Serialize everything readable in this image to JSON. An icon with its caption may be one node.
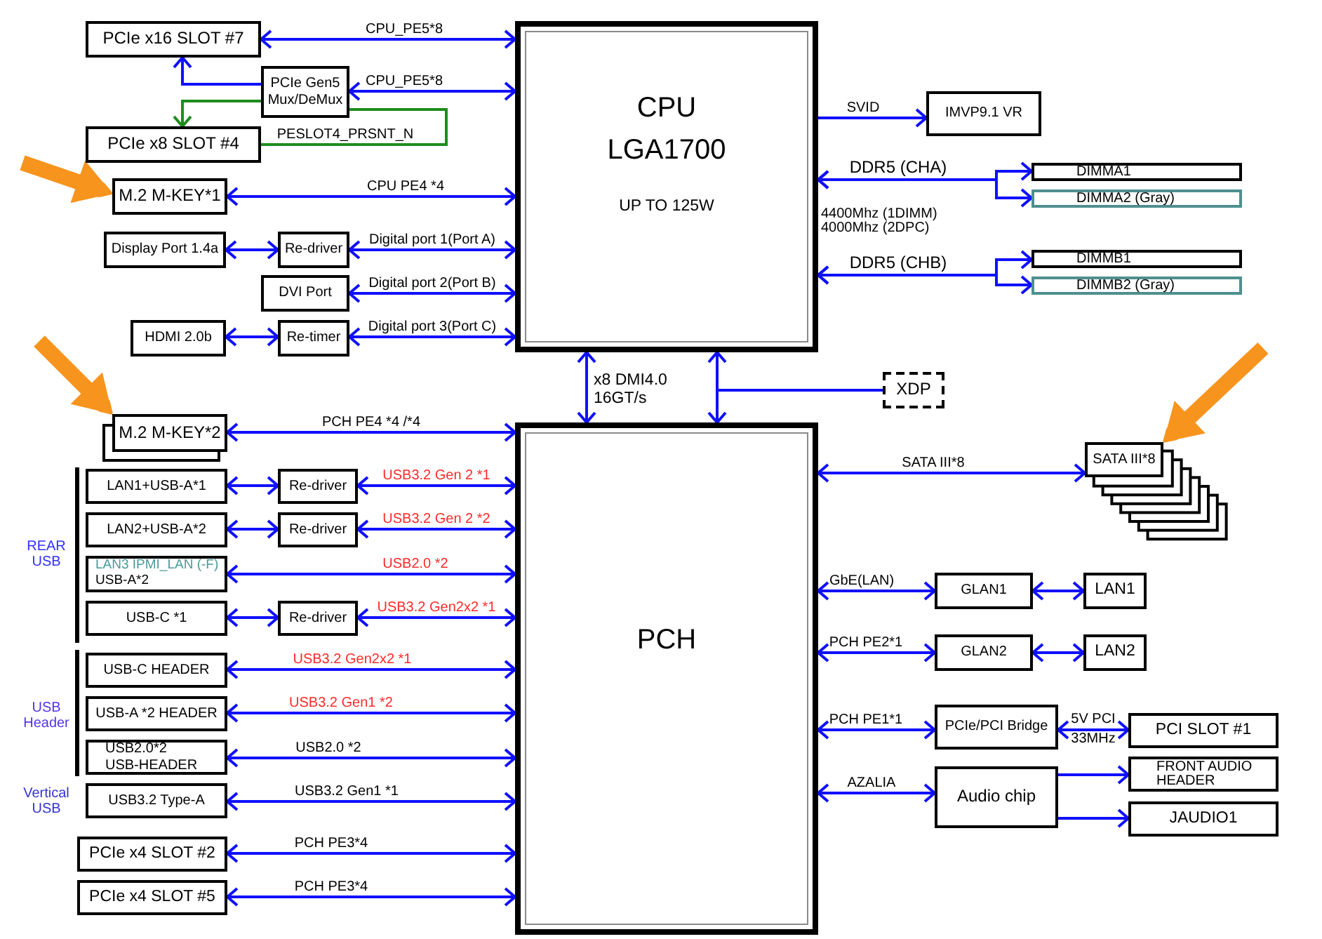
{
  "diagram": {
    "nodes": [
      {
        "text": [
          "PCIe x16 SLOT #7"
        ]
      },
      {
        "text": [
          "PCIe Gen5 Mux/DeMux"
        ]
      },
      {
        "text": [
          "PCIe x8 SLOT #4"
        ]
      },
      {
        "text": [
          "M.2 M-KEY*1"
        ]
      },
      {
        "text": [
          "Display Port 1.4a"
        ]
      },
      {
        "text": [
          "Re-driver"
        ]
      },
      {
        "text": [
          "DVI Port"
        ]
      },
      {
        "text": [
          "HDMI 2.0b"
        ]
      },
      {
        "text": [
          "Re-timer"
        ]
      },
      {
        "text": [
          "CPU",
          "LGA1700",
          "UP TO 125W"
        ]
      },
      {
        "text": [
          "IMVP9.1 VR"
        ]
      },
      {
        "text": [
          "DIMMA1"
        ]
      },
      {
        "text": [
          "DIMMA2 (Gray)"
        ]
      },
      {
        "text": [
          "DIMMB1"
        ]
      },
      {
        "text": [
          "DIMMB2 (Gray)"
        ]
      },
      {
        "text": [
          "XDP"
        ]
      },
      {
        "text": [
          "M.2 M-KEY*2"
        ]
      },
      {
        "text": [
          "PCH"
        ]
      },
      {
        "text": [
          "LAN1+USB-A*1"
        ]
      },
      {
        "text": [
          "Re-driver"
        ]
      },
      {
        "text": [
          "LAN2+USB-A*2"
        ]
      },
      {
        "text": [
          "Re-driver"
        ]
      },
      {
        "text": [
          "LAN3 IPMI_LAN (-F)",
          "USB-A*2"
        ]
      },
      {
        "text": [
          "USB-C *1"
        ]
      },
      {
        "text": [
          "Re-driver"
        ]
      },
      {
        "text": [
          "USB-C HEADER"
        ]
      },
      {
        "text": [
          "USB-A *2 HEADER"
        ]
      },
      {
        "text": [
          "USB2.0*2 USB-HEADER"
        ]
      },
      {
        "text": [
          "USB3.2 Type-A"
        ]
      },
      {
        "text": [
          "PCIe x4 SLOT #2"
        ]
      },
      {
        "text": [
          "PCIe x4 SLOT #5"
        ]
      },
      {
        "text": [
          "SATA III*8"
        ]
      },
      {
        "text": [
          "GLAN1"
        ]
      },
      {
        "text": [
          "LAN1"
        ]
      },
      {
        "text": [
          "GLAN2"
        ]
      },
      {
        "text": [
          "LAN2"
        ]
      },
      {
        "text": [
          "PCIe/PCI Bridge"
        ]
      },
      {
        "text": [
          "PCI SLOT #1"
        ]
      },
      {
        "text": [
          "Audio chip"
        ]
      },
      {
        "text": [
          "FRONT AUDIO HEADER"
        ]
      },
      {
        "text": [
          "JAUDIO1"
        ]
      }
    ],
    "edges": [
      {
        "from": 0,
        "to": 9,
        "arrow": "both",
        "label": "CPU_PE5*8"
      },
      {
        "from": 1,
        "to": 9,
        "arrow": "both",
        "label": "CPU_PE5*8"
      },
      {
        "from": 1,
        "to": 0,
        "arrow": "to"
      },
      {
        "from": 1,
        "to": 2,
        "arrow": "to",
        "color": "#1e8c1e"
      },
      {
        "from": 2,
        "to": 1,
        "arrow": "none",
        "label": "PESLOT4_PRSNT_N",
        "color": "#1e8c1e"
      },
      {
        "from": 3,
        "to": 9,
        "arrow": "both",
        "label": "CPU PE4 *4"
      },
      {
        "from": 4,
        "to": 5,
        "arrow": "both"
      },
      {
        "from": 5,
        "to": 9,
        "arrow": "both",
        "label": "Digital port 1(Port A)"
      },
      {
        "from": 6,
        "to": 9,
        "arrow": "both",
        "label": "Digital port 2(Port B)"
      },
      {
        "from": 7,
        "to": 8,
        "arrow": "both"
      },
      {
        "from": 8,
        "to": 9,
        "arrow": "both",
        "label": "Digital port 3(Port C)"
      },
      {
        "from": 9,
        "to": 10,
        "arrow": "to",
        "label": "SVID"
      },
      {
        "from": 9,
        "to": 11,
        "arrow": "both",
        "label": "DDR5 (CHA)"
      },
      {
        "from": 9,
        "to": 12,
        "arrow": "both"
      },
      {
        "from": 9,
        "to": 13,
        "arrow": "both",
        "label": "DDR5 (CHB)"
      },
      {
        "from": 9,
        "to": 14,
        "arrow": "both"
      },
      {
        "from": 9,
        "to": 17,
        "arrow": "both",
        "label": "x8 DMI4.0 16GT/s"
      },
      {
        "from": 15,
        "to": 9,
        "arrow": "to"
      },
      {
        "from": 15,
        "to": 17,
        "arrow": "to"
      },
      {
        "from": 16,
        "to": 17,
        "arrow": "both",
        "label": "PCH PE4 *4 /*4"
      },
      {
        "from": 18,
        "to": 19,
        "arrow": "both"
      },
      {
        "from": 19,
        "to": 17,
        "arrow": "both",
        "label": "USB3.2 Gen 2 *1"
      },
      {
        "from": 20,
        "to": 21,
        "arrow": "both"
      },
      {
        "from": 21,
        "to": 17,
        "arrow": "both",
        "label": "USB3.2 Gen 2 *2"
      },
      {
        "from": 22,
        "to": 17,
        "arrow": "both",
        "label": "USB2.0 *2"
      },
      {
        "from": 23,
        "to": 24,
        "arrow": "both"
      },
      {
        "from": 24,
        "to": 17,
        "arrow": "both",
        "label": "USB3.2 Gen2x2 *1"
      },
      {
        "from": 25,
        "to": 17,
        "arrow": "both",
        "label": "USB3.2 Gen2x2 *1"
      },
      {
        "from": 26,
        "to": 17,
        "arrow": "both",
        "label": "USB3.2 Gen1 *2"
      },
      {
        "from": 27,
        "to": 17,
        "arrow": "both",
        "label": "USB2.0 *2"
      },
      {
        "from": 28,
        "to": 17,
        "arrow": "both",
        "label": "USB3.2 Gen1 *1"
      },
      {
        "from": 29,
        "to": 17,
        "arrow": "both",
        "label": "PCH PE3*4"
      },
      {
        "from": 30,
        "to": 17,
        "arrow": "both",
        "label": "PCH PE3*4"
      },
      {
        "from": 17,
        "to": 31,
        "arrow": "both",
        "label": "SATA III*8"
      },
      {
        "from": 17,
        "to": 32,
        "arrow": "both",
        "label": "GbE(LAN)"
      },
      {
        "from": 32,
        "to": 33,
        "arrow": "both"
      },
      {
        "from": 17,
        "to": 34,
        "arrow": "both",
        "label": "PCH PE2*1"
      },
      {
        "from": 34,
        "to": 35,
        "arrow": "both"
      },
      {
        "from": 17,
        "to": 36,
        "arrow": "both",
        "label": "PCH PE1*1"
      },
      {
        "from": 36,
        "to": 37,
        "arrow": "both",
        "label": "5V PCI 33MHz"
      },
      {
        "from": 17,
        "to": 38,
        "arrow": "both",
        "label": "AZALIA"
      },
      {
        "from": 38,
        "to": 39,
        "arrow": "to"
      },
      {
        "from": 38,
        "to": 40,
        "arrow": "to"
      },
      {
        "from": null,
        "to": 3,
        "arrow": "to",
        "style": "thick",
        "color": "#f7941d"
      },
      {
        "from": null,
        "to": 16,
        "arrow": "to",
        "style": "thick",
        "color": "#f7941d"
      },
      {
        "from": null,
        "to": 31,
        "arrow": "to",
        "style": "thick",
        "color": "#f7941d"
      }
    ],
    "labels": [
      "4400Mhz (1DIMM)",
      "4000Mhz (2DPC)",
      "REAR USB",
      "USB Header",
      "Vertical USB"
    ]
  }
}
